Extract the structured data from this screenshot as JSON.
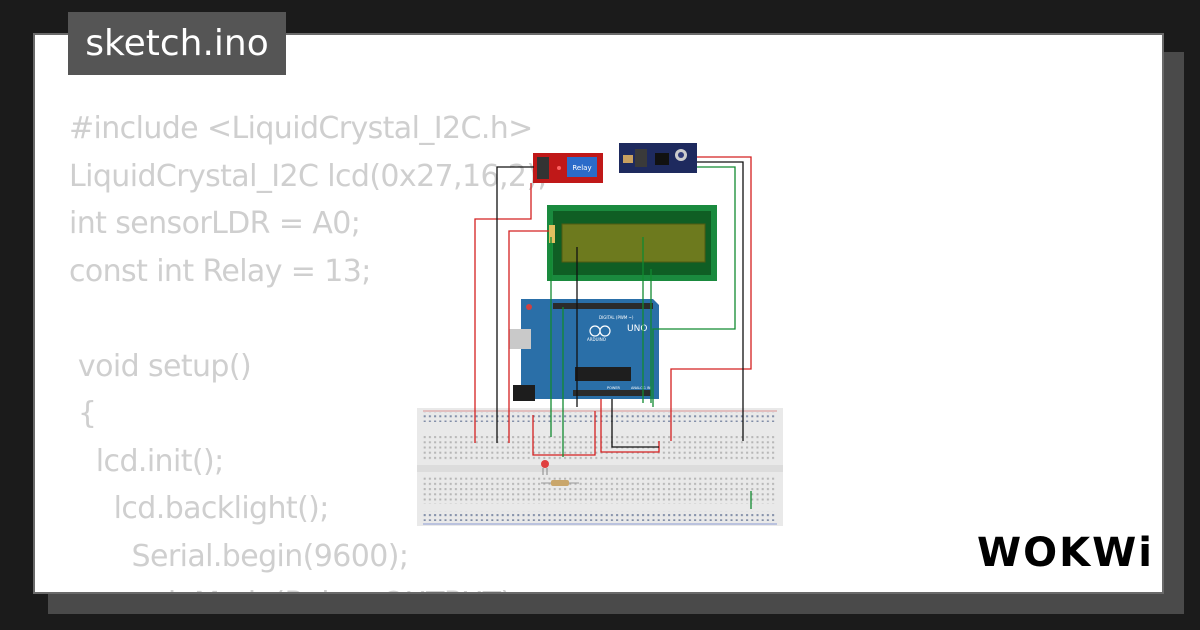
{
  "file": {
    "name": "sketch.ino"
  },
  "code_lines": [
    "#include <LiquidCrystal_I2C.h>",
    "LiquidCrystal_I2C lcd(0x27,16,2);",
    "int sensorLDR = A0;",
    "const int Relay = 13;",
    "",
    " void setup()",
    " {",
    "   lcd.init();",
    "     lcd.backlight();",
    "       Serial.begin(9600);",
    "         pinMode(Relay, OUTPUT);"
  ],
  "circuit": {
    "relay_label": "Relay",
    "arduino_label": "UNO",
    "arduino_brand": "ARDUINO",
    "digital_label": "DIGITAL (PWM ~)",
    "power_label": "POWER",
    "analog_label": "ANALOG IN"
  },
  "brand": {
    "logo_text": "WOKWi"
  },
  "colors": {
    "background": "#1b1b1b",
    "card": "#ffffff",
    "tab": "#555555",
    "code_text": "#cfcfcf"
  }
}
